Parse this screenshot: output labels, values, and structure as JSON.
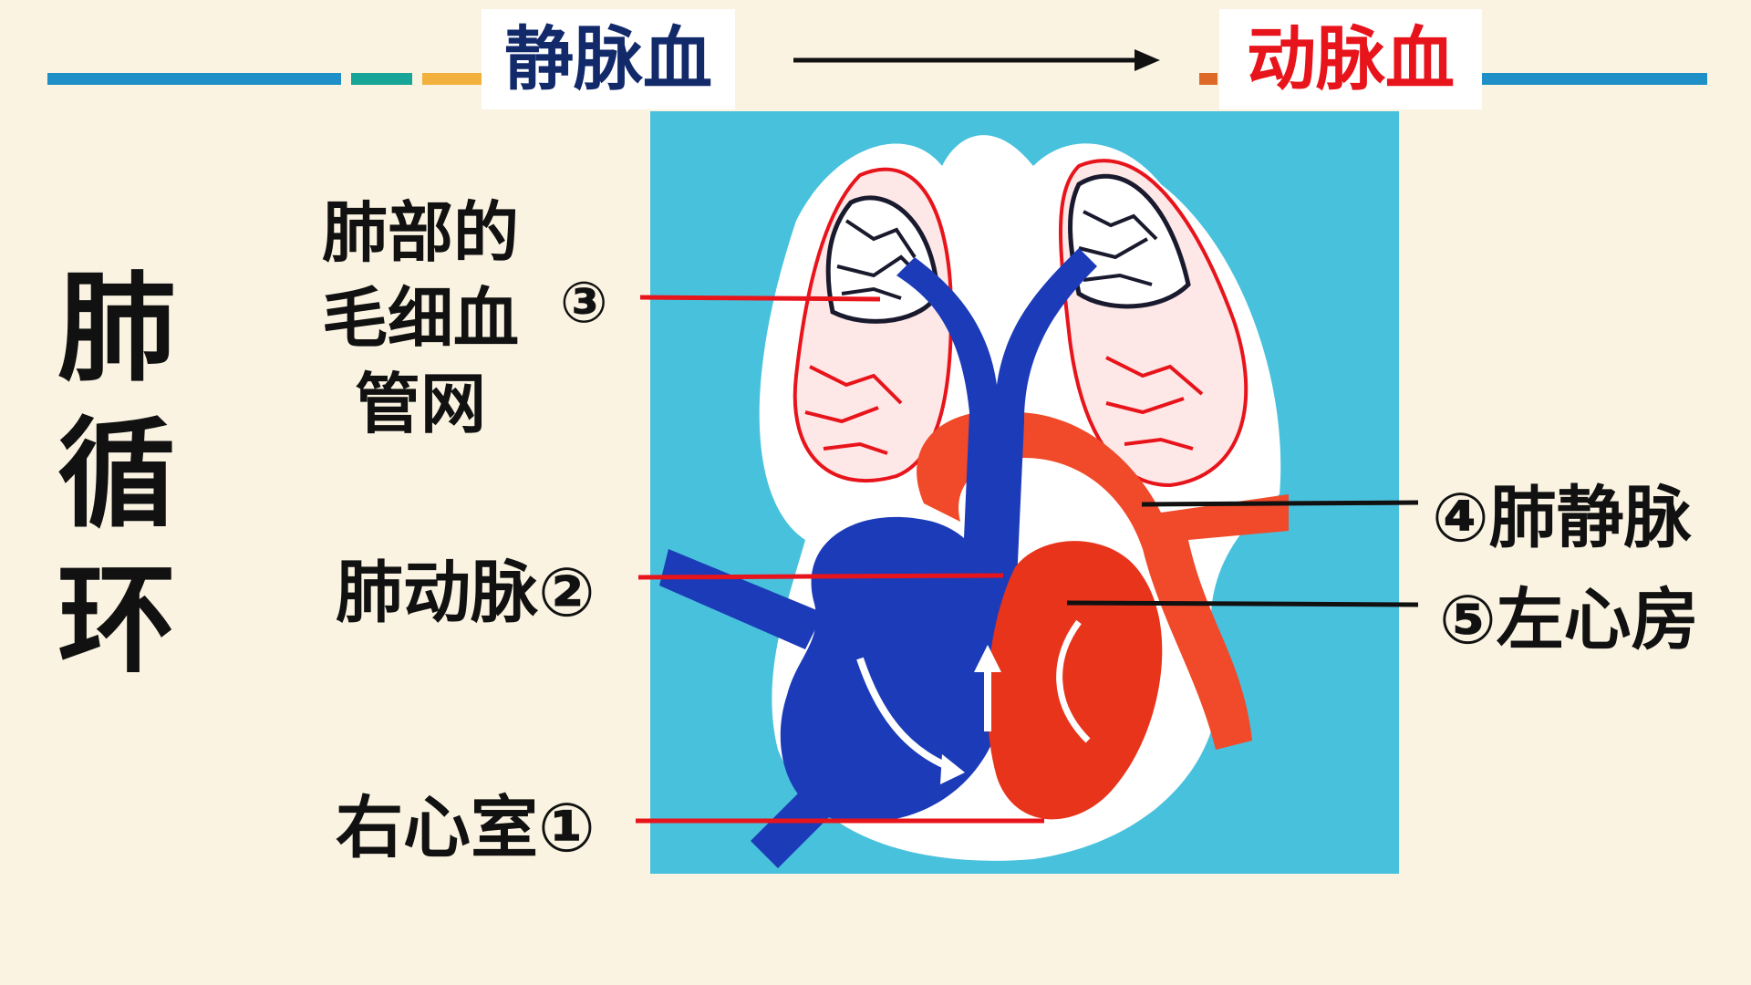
{
  "header": {
    "venous_title": "静脉血",
    "arterial_title": "动脉血"
  },
  "vertical_title": [
    "肺",
    "循",
    "环"
  ],
  "labels": {
    "capillary_lines": [
      "肺部的",
      "毛细血",
      "管网"
    ],
    "capillary_number": "③",
    "pulmonary_artery": "肺动脉②",
    "right_ventricle": "右心室①",
    "pulmonary_vein": "④肺静脉",
    "left_atrium": "⑤左心房"
  },
  "colors": {
    "background": "#faf3e2",
    "venous": "#12296a",
    "arterial": "#e8141b",
    "accent_blue": "#1f8fc8",
    "accent_teal": "#16a596",
    "accent_orange": "#f2b13c",
    "diagram_background": "#48c1dd"
  }
}
